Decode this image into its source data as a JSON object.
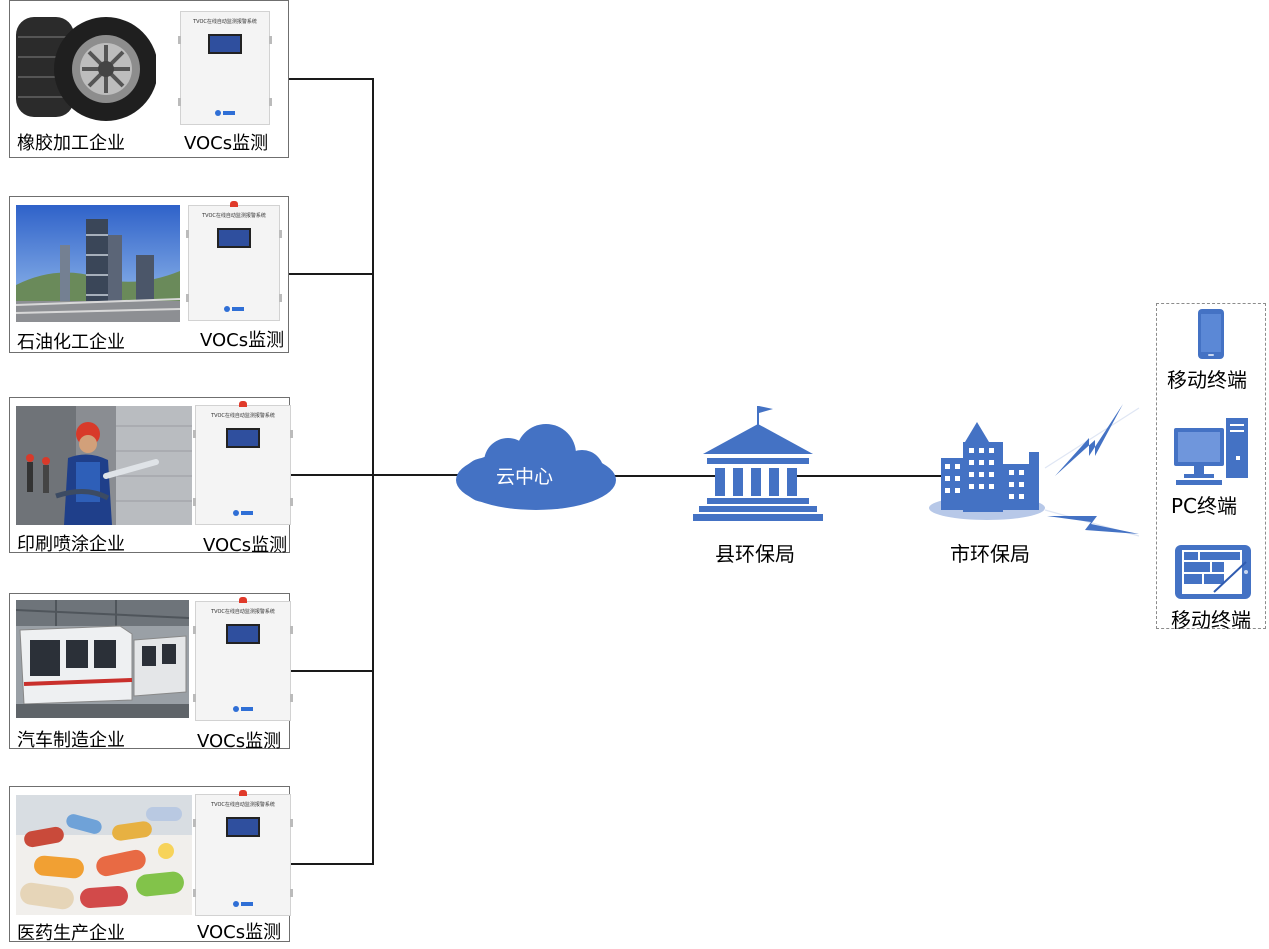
{
  "colors": {
    "accent": "#4472c4",
    "line": "#1a1a1a",
    "border": "#6f6f6f",
    "lamp": "#e03a2a"
  },
  "device_panel_title": "TVOC在线自动监测报警系统",
  "enterprises": [
    {
      "name": "橡胶加工企业",
      "monitor": "VOCs监测",
      "photo_icon": "tire-icon"
    },
    {
      "name": "石油化工企业",
      "monitor": "VOCs监测",
      "photo_icon": "refinery-icon"
    },
    {
      "name": "印刷喷涂企业",
      "monitor": "VOCs监测",
      "photo_icon": "spray-worker-icon"
    },
    {
      "name": "汽车制造企业",
      "monitor": "VOCs监测",
      "photo_icon": "car-factory-icon"
    },
    {
      "name": "医药生产企业",
      "monitor": "VOCs监测",
      "photo_icon": "pills-icon"
    }
  ],
  "cloud": {
    "label": "云中心",
    "icon": "cloud-icon"
  },
  "county_bureau": {
    "label": "县环保局",
    "icon": "government-building-icon"
  },
  "city_bureau": {
    "label": "市环保局",
    "icon": "city-buildings-icon"
  },
  "terminals": [
    {
      "label": "移动终端",
      "icon": "smartphone-icon"
    },
    {
      "label": "PC终端",
      "icon": "desktop-computer-icon"
    },
    {
      "label": "移动终端",
      "icon": "tablet-icon"
    }
  ]
}
